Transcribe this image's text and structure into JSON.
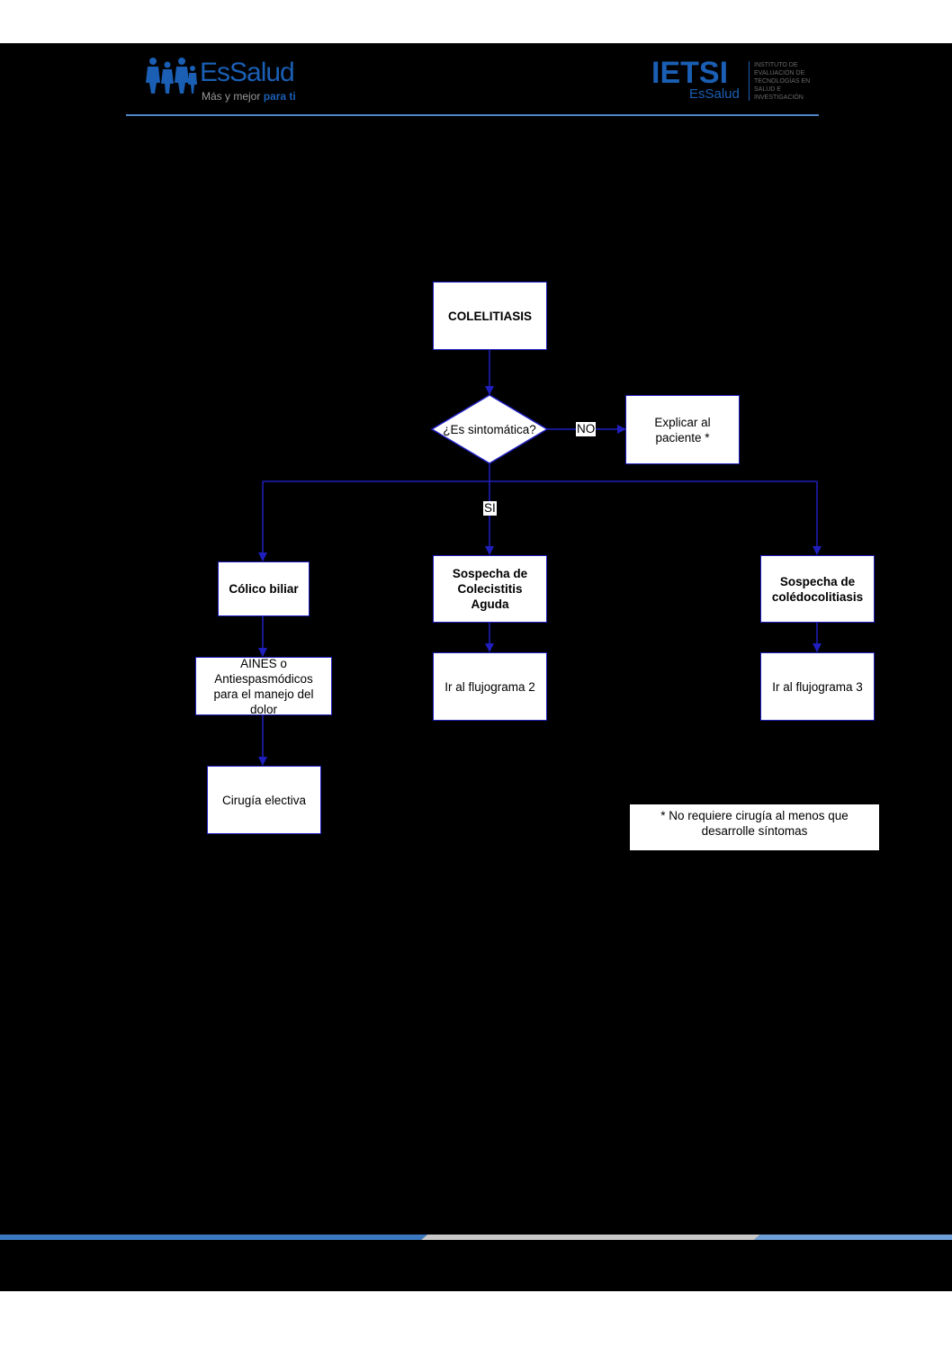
{
  "header": {
    "essalud_brand": "EsSalud",
    "essalud_tagline_regular": "Más y mejor ",
    "essalud_tagline_bold": "para ti",
    "ietsi_brand": "IETSI",
    "ietsi_sub": "EsSalud",
    "ietsi_desc": "INSTITUTO DE EVALUACIÓN DE TECNOLOGÍAS EN SALUD E INVESTIGACIÓN"
  },
  "flowchart": {
    "root": "COLELITIASIS",
    "decision": "¿Es sintomática?",
    "label_no": "NO",
    "label_si": "SI",
    "explain": "Explicar al paciente *",
    "colico": "Cólico biliar",
    "aines": "AINES o Antiespasmódicos para el manejo del dolor",
    "cirugia": "Cirugía electiva",
    "colecistitis": "Sospecha de Colecistitis Aguda",
    "flujo2": "Ir al flujograma 2",
    "coledoco": "Sospecha de colédocolitiasis",
    "flujo3": "Ir al flujograma 3",
    "note": "* No requiere cirugía al menos que desarrolle síntomas"
  },
  "colors": {
    "page": "#000000",
    "accent": "#1a5fb4",
    "connector": "#1f1fbf",
    "box_fill": "#ffffff"
  }
}
